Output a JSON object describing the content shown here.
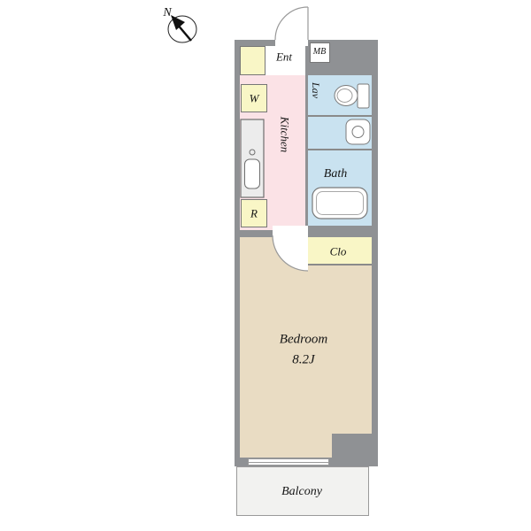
{
  "compass": {
    "label": "N"
  },
  "rooms": {
    "entrance": {
      "label": "Ent"
    },
    "meter_box": {
      "label": "MB"
    },
    "lavatory": {
      "label": "Lav"
    },
    "kitchen": {
      "label": "Kitchen"
    },
    "bath": {
      "label": "Bath"
    },
    "washer": {
      "label": "W"
    },
    "refrigerator": {
      "label": "R"
    },
    "closet": {
      "label": "Clo"
    },
    "bedroom": {
      "label": "Bedroom",
      "size": "8.2J"
    },
    "balcony": {
      "label": "Balcony"
    }
  },
  "colors": {
    "wall": "#8f9194",
    "kitchen": "#fbe2e6",
    "wet": "#c9e2f0",
    "storage": "#f9f6c6",
    "bedroom": "#e9dcc3",
    "balcony": "#f2f2f0",
    "line": "#7a7a7a"
  },
  "icons": {
    "compass": "north-arrow-icon",
    "toilet": "toilet-icon",
    "washbasin": "washbasin-icon",
    "bathtub": "bathtub-icon",
    "kitchen_sink": "kitchen-sink-icon",
    "door_swing": "door-swing-arc"
  }
}
